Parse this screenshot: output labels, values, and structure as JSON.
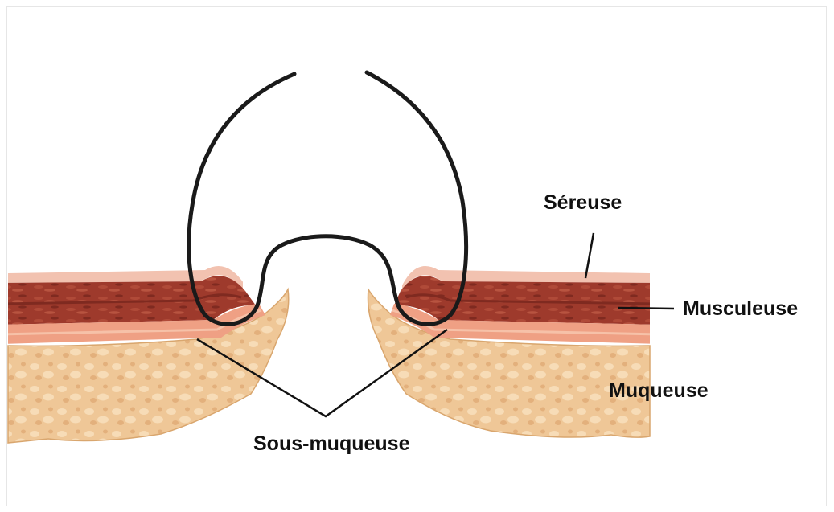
{
  "labels": {
    "sereuse": "Séreuse",
    "musculeuse": "Musculeuse",
    "muqueuse": "Muqueuse",
    "sous_muqueuse": "Sous-muqueuse"
  },
  "colors": {
    "fat": "#efc797",
    "fat_edge": "#d9a66e",
    "serosa": "#f2c2b0",
    "muscle": "#9e3a2c",
    "muscle_dark": "#7f2a20",
    "muscle_light": "#c25a45",
    "submucosa": "#efa084",
    "suture": "#1a1a1a",
    "leader": "#111111"
  }
}
